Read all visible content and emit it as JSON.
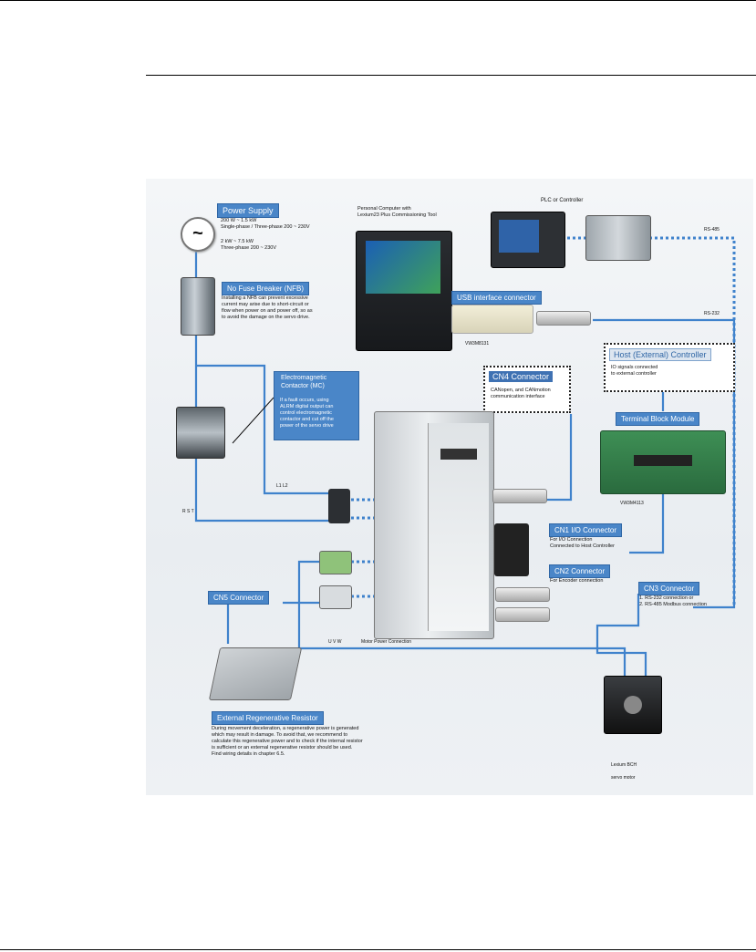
{
  "power_supply": {
    "title": "Power Supply",
    "spec1": "200 W ~ 1.5 kW\nSingle-phase / Three-phase 200 ~ 230V",
    "spec2": "2 kW ~ 7.5 kW\nThree-phase 200 ~ 230V",
    "symbol": "~"
  },
  "nfb": {
    "title": "No Fuse Breaker (NFB)",
    "text": "Installing a NFB can prevent excessive\ncurrent may arise due to short-circuit or\nflow when power on and power off, so as\nto avoid the damage on the servo drive."
  },
  "mc": {
    "title": "Electromagnetic\nContactor (MC)",
    "text": "If a fault occurs, using\nALRM digital output can\ncontrol electromagnetic\ncontactor and cut off the\npower of the servo drive"
  },
  "pc": {
    "title": "Personal Computer with\nLexium23 Plus Commissioning Tool"
  },
  "plc": {
    "title": "PLC or Controller"
  },
  "rs485": "RS-485",
  "rs232": "RS-232",
  "usb": {
    "title": "USB interface connector",
    "part": "VW3M8131"
  },
  "host": {
    "title": "Host (External) Controller",
    "text": "IO signals connected\nto external controller"
  },
  "cn4": {
    "title": "CN4 Connector",
    "text": "CANopen, and CANmotion\ncommunication interface"
  },
  "terminal": {
    "title": "Terminal Block Module",
    "part": "VW3M4113"
  },
  "cn1": {
    "title": "CN1 I/O Connector",
    "text": "For I/O Connection\nConnected to Host Controller"
  },
  "cn2": {
    "title": "CN2 Connector",
    "text": "For Encoder connection"
  },
  "cn3": {
    "title": "CN3 Connector",
    "text": "1. RS-232 connection or\n2. RS-485 Modbus connection"
  },
  "cn5": {
    "title": "CN5 Connector"
  },
  "l1l2": "L1  L2",
  "rst": "R  S  T",
  "uvw": "U  V  W",
  "motor_power": "Motor Power Connection",
  "regen": {
    "title": "External Regenerative Resistor",
    "text": "During movement deceleration, a regenerative power is generated\nwhich may result in damage. To avoid that, we recommend to\ncalculate this regenerative power and to check if the internal resistor\nis sufficient or an external regenerative resistor should be used.\nFind wiring details in chapter 6.5."
  },
  "motor": {
    "line1": "Lexium BCH",
    "line2": "servo motor"
  },
  "colors": {
    "wire": "#3f82cc",
    "label_bg": "#4a86c8",
    "panel_bg": "#eef1f4"
  }
}
